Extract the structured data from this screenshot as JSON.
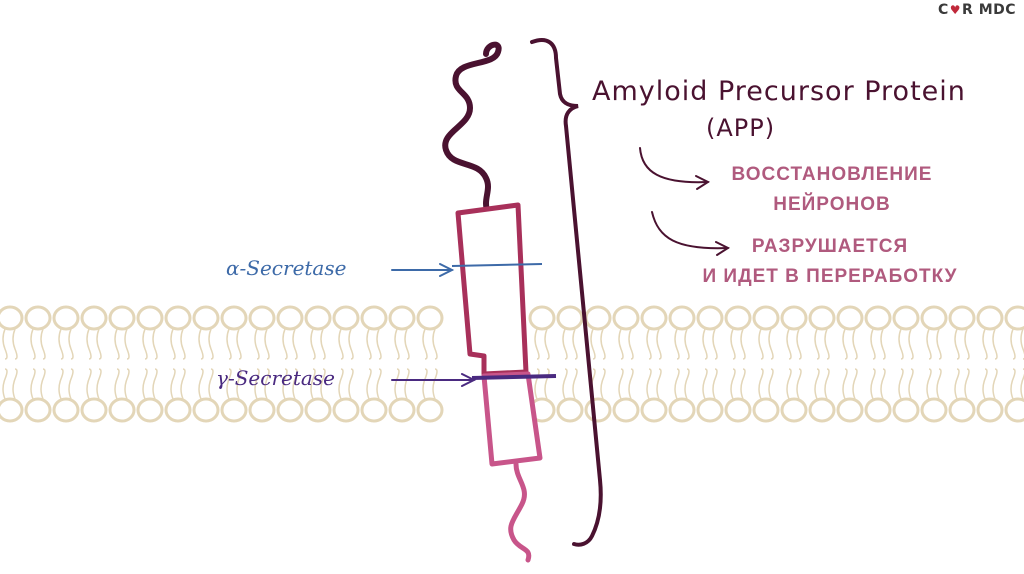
{
  "logo": {
    "text_left": "C",
    "heart": "♥",
    "text_right": "R MDC"
  },
  "labels": {
    "title": "Amyloid Precursor Protein",
    "abbr": "(APP)",
    "outcome_1_line_1": "ВОССТАНОВЛЕНИЕ",
    "outcome_1_line_2": "НЕЙРОНОВ",
    "outcome_2_line_1": "РАЗРУШАЕТСЯ",
    "outcome_2_line_2": "И ИДЕТ В ПЕРЕРАБОТКУ",
    "alpha_secretase": "α-Secretase",
    "gamma_secretase": "γ-Secretase"
  },
  "colors": {
    "membrane": "#e3d6b8",
    "protein_top": "#a8305a",
    "protein_bottom": "#c8558a",
    "tail_top": "#4a1230",
    "bracket": "#4a1230",
    "alpha": "#3d6aa8",
    "gamma": "#4a2a80",
    "outcome": "#b05a7e"
  }
}
